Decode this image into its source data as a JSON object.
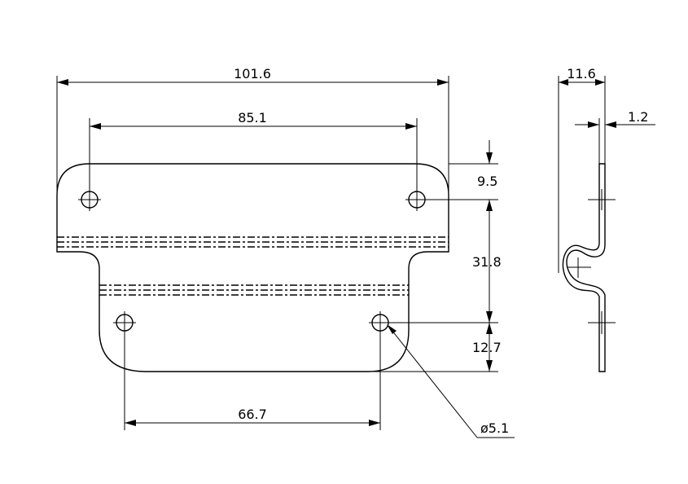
{
  "dimensions": {
    "overall_width": "101.6",
    "top_hole_spacing": "85.1",
    "bottom_hole_spacing": "66.7",
    "top_hole_offset": "9.5",
    "hole_vertical_spacing": "31.8",
    "bottom_hole_offset": "12.7",
    "hole_diameter": "ø5.1",
    "side_depth": "11.6",
    "thickness": "1.2"
  }
}
